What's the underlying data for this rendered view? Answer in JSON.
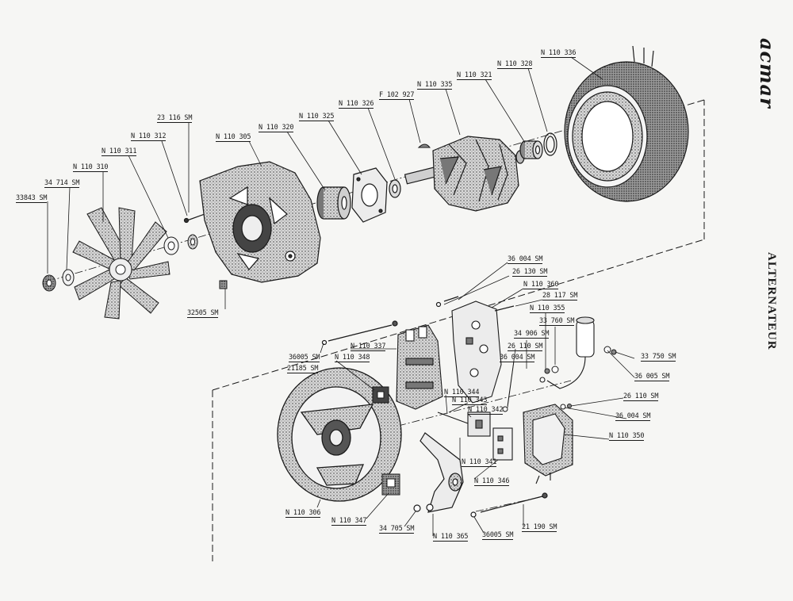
{
  "brand": "acmar",
  "section_title": "ALTERNATEUR",
  "labels": {
    "l33843": "33843 SM",
    "l34714": "34 714 SM",
    "l110310": "N 110 310",
    "l110311": "N 110 311",
    "l110312": "N 110 312",
    "l23116": "23 116 SM",
    "l110305": "N 110 305",
    "l110320": "N 110 320",
    "l110325": "N 110 325",
    "l110326": "N 110 326",
    "f102927": "F 102 927",
    "l110335": "N 110 335",
    "l110321": "N 110 321",
    "l110328": "N 110 328",
    "l110336": "N 110 336",
    "l32505": "32505 SM",
    "l36004a": "36 004 SM",
    "l26130": "26 130 SM",
    "l110360": "N 110 360",
    "l28117": "28 117 SM",
    "l110355": "N 110 355",
    "l33760": "33 760 SM",
    "l34906": "34 906 SM",
    "l26110a": "26 110 SM",
    "l36004b": "36 004 SM",
    "l33750": "33 750 SM",
    "l36005a": "36 005 SM",
    "l26110b": "26 110 SM",
    "l36004c": "36 004 SM",
    "l110350": "N 110 350",
    "l110337": "N 110 337",
    "l36005b": "36005 SM",
    "l21185": "21185 SM",
    "l110348": "N 110 348",
    "l110344": "N 110 344",
    "l110343": "N 110 343",
    "l110342": "N 110 342",
    "l110341": "N 110 341",
    "l110346": "N 110 346",
    "l110306": "N 110 306",
    "l110347": "N 110 347",
    "l34705": "34 705 SM",
    "l110365": "N 110 365",
    "l36005c": "36005 SM",
    "l21190": "21 190 SM"
  },
  "colors": {
    "ink": "#1a1a1a",
    "paper": "#f6f6f4",
    "shade": "#b8b8b8"
  }
}
